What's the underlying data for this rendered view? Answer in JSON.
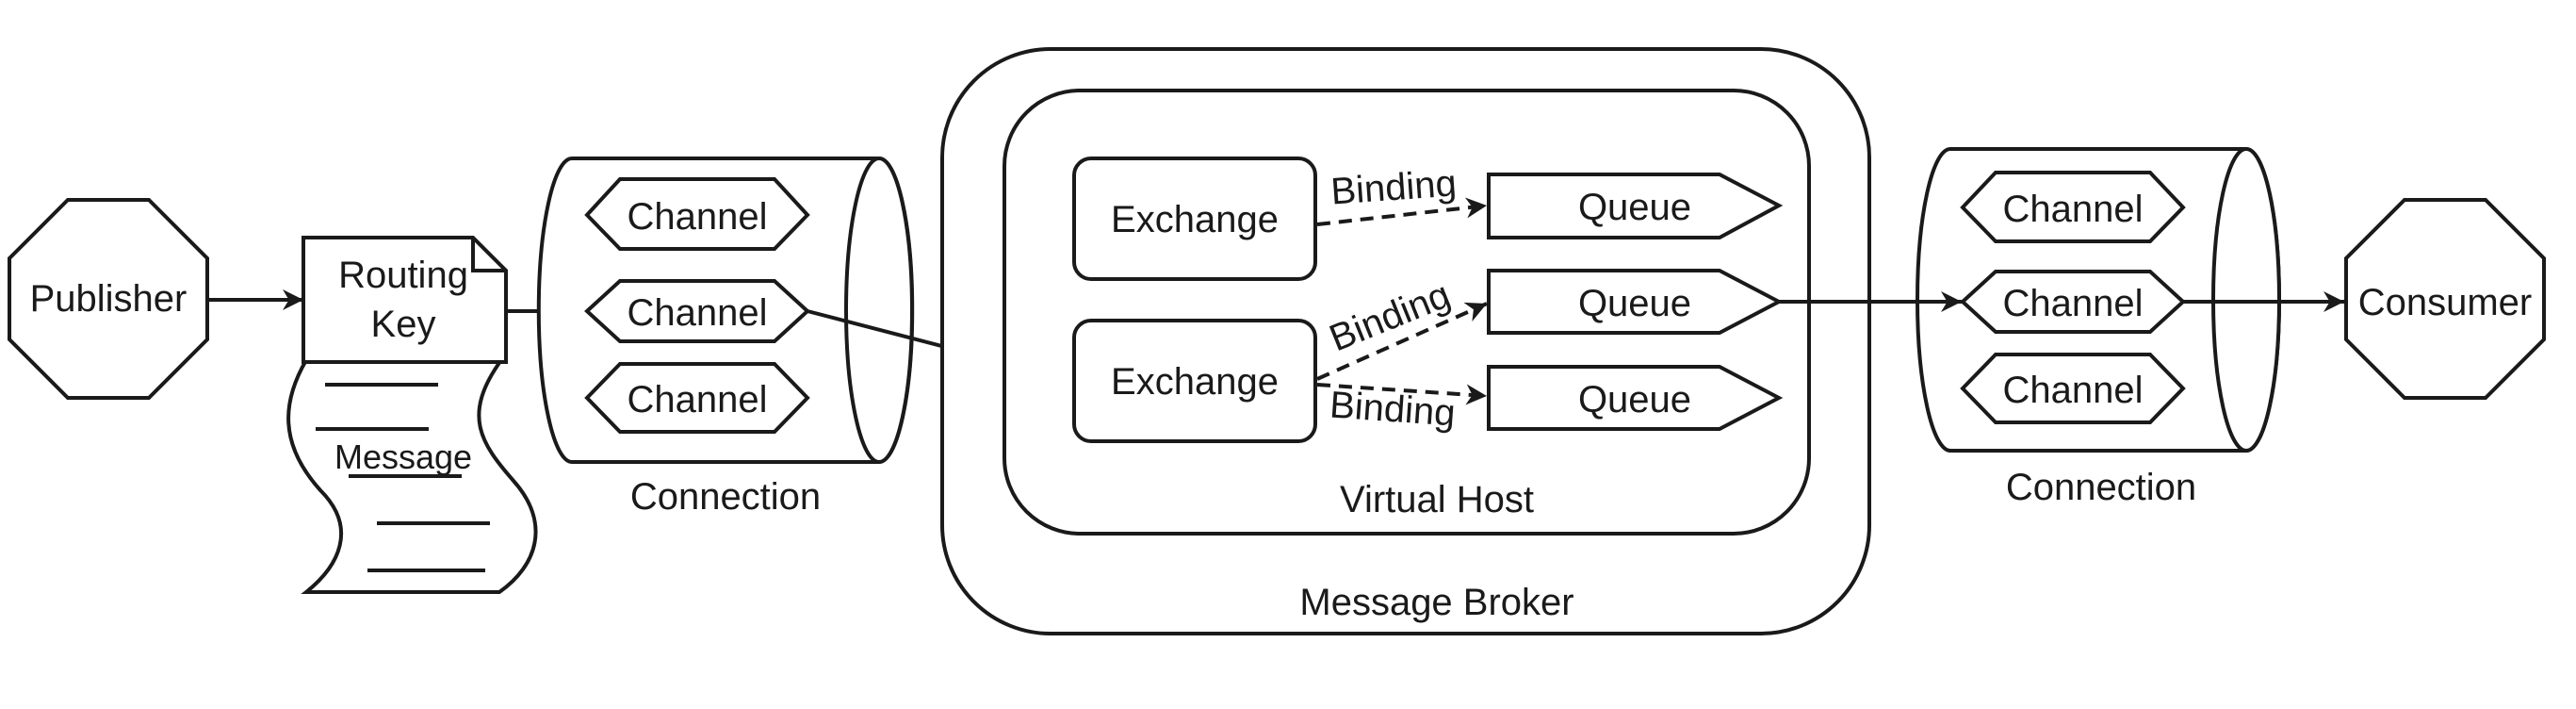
{
  "publisher": "Publisher",
  "routing_key": [
    "Routing",
    "Key"
  ],
  "message": "Message",
  "channel": "Channel",
  "connection": "Connection",
  "exchange": "Exchange",
  "binding": "Binding",
  "queue": "Queue",
  "virtual_host": "Virtual Host",
  "message_broker": "Message Broker",
  "consumer": "Consumer"
}
